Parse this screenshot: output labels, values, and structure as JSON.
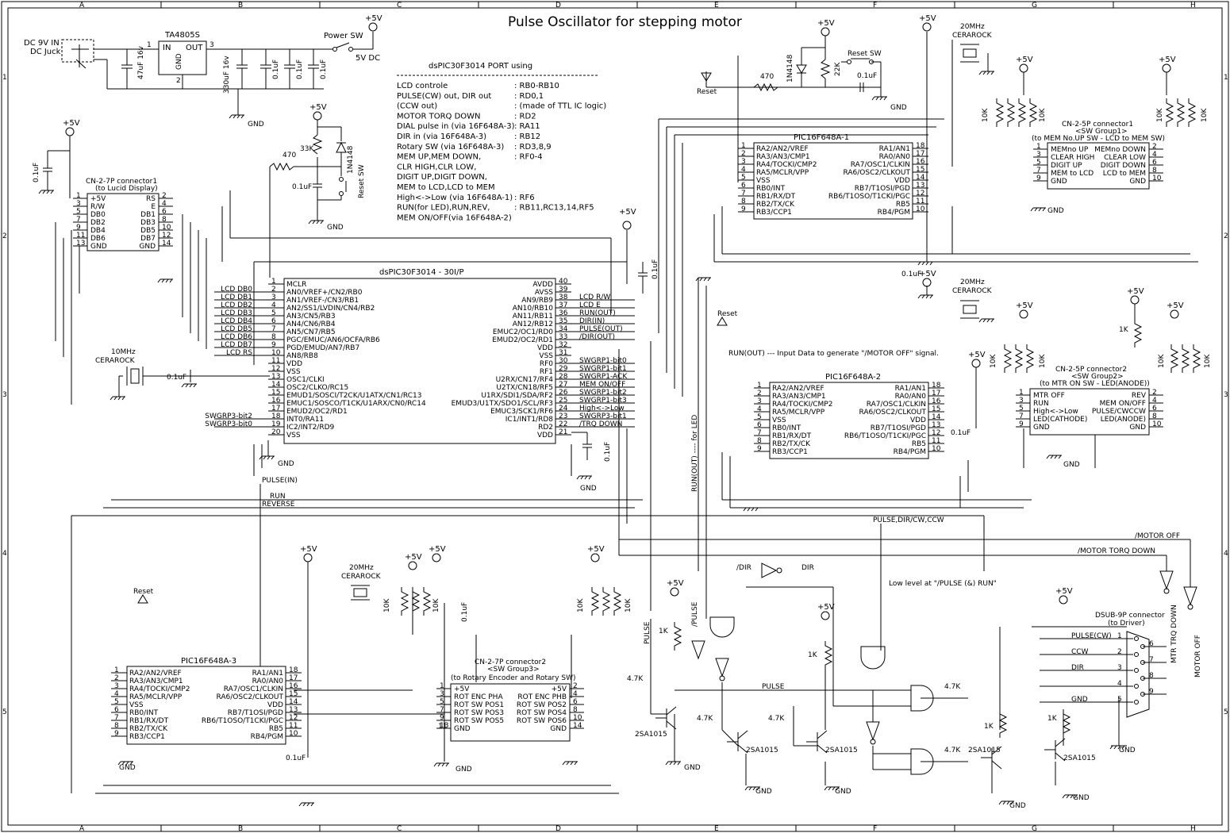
{
  "title": "Pulse Oscillator for stepping motor",
  "border": {
    "columns": [
      "A",
      "B",
      "C",
      "D",
      "E",
      "F",
      "G",
      "H"
    ],
    "rows": [
      "1",
      "2",
      "3",
      "4",
      "5"
    ]
  },
  "power": {
    "dc_in": "DC 9V IN",
    "dc_jack": "DC Juck",
    "regulator": "TA4805S",
    "reg_in": "IN",
    "reg_out": "OUT",
    "reg_gnd": "GND",
    "pin1": "1",
    "pin2": "2",
    "pin3": "3",
    "c_in": "47uF 16v",
    "c_out": "330uF 16v",
    "c_byp": "0.1uF",
    "switch": "Power SW",
    "out": "5V DC",
    "vcc": "+5V",
    "gnd": "GND"
  },
  "port_list": {
    "heading": "dsPIC30F3014 PORT using",
    "rows": [
      [
        "LCD controle",
        ": RB0-RB10"
      ],
      [
        "PULSE(CW) out, DIR out",
        ": RD0,1"
      ],
      [
        "(CCW out)",
        ": (made of TTL IC logic)"
      ],
      [
        "MOTOR TORQ DOWN",
        ": RD2"
      ],
      [
        "DIAL pulse in (via 16F648A-3)",
        ": RA11"
      ],
      [
        "DIR in (via 16F648A-3)",
        ": RB12"
      ],
      [
        "Rotary SW (via 16F648A-3)",
        ": RD3,8,9"
      ],
      [
        "MEM UP,MEM DOWN,",
        ": RF0-4"
      ],
      [
        "  CLR HIGH,CLR LOW,",
        ""
      ],
      [
        "  DIGIT UP,DIGIT DOWN,",
        ""
      ],
      [
        "  MEM to LCD,LCD to MEM",
        ""
      ],
      [
        "High<->Low (via 16F648A-1)",
        ": RF6"
      ],
      [
        "RUN(for LED),RUN,REV,",
        ": RB11,RC13,14,RF5"
      ],
      [
        "  MEM ON/OFF(via 16F648A-2)",
        ""
      ]
    ]
  },
  "reset_circuit": {
    "r1": "33K",
    "r2": "470",
    "diode": "1N4148",
    "cap": "0.1uF",
    "sw": "Reset SW"
  },
  "lcd_conn": {
    "title": "CN-2-7P connector1",
    "subtitle": "(to Lucid Display)",
    "cap": "0.1uF",
    "left": [
      [
        "+5V",
        "1"
      ],
      [
        "R/W",
        "3"
      ],
      [
        "DB0",
        "5"
      ],
      [
        "DB2",
        "7"
      ],
      [
        "DB4",
        "9"
      ],
      [
        "DB6",
        "11"
      ],
      [
        "GND",
        "13"
      ]
    ],
    "right": [
      [
        "RS",
        "2"
      ],
      [
        "E",
        "4"
      ],
      [
        "DB1",
        "6"
      ],
      [
        "DB3",
        "8"
      ],
      [
        "DB5",
        "10"
      ],
      [
        "DB7",
        "12"
      ],
      [
        "GND",
        "14"
      ]
    ]
  },
  "dspic": {
    "title": "dsPIC30F3014 - 30I/P",
    "left": [
      [
        "1",
        "MCLR"
      ],
      [
        "2",
        "AN0/VREF+/CN2/RB0"
      ],
      [
        "3",
        "AN1/VREF-/CN3/RB1"
      ],
      [
        "4",
        "AN2/SS1/LVDIN/CN4/RB2"
      ],
      [
        "5",
        "AN3/CN5/RB3"
      ],
      [
        "6",
        "AN4/CN6/RB4"
      ],
      [
        "7",
        "AN5/CN7/RB5"
      ],
      [
        "8",
        "PGC/EMUC/AN6/OCFA/RB6"
      ],
      [
        "9",
        "PGD/EMUD/AN7/RB7"
      ],
      [
        "10",
        "AN8/RB8"
      ],
      [
        "11",
        "VDD"
      ],
      [
        "12",
        "VSS"
      ],
      [
        "13",
        "OSC1/CLKI"
      ],
      [
        "14",
        "OSC2/CLKO/RC15"
      ],
      [
        "15",
        "EMUD1/SOSCI/T2CK/U1ATX/CN1/RC13"
      ],
      [
        "16",
        "EMUC1/SOSCO/T1CK/U1ARX/CN0/RC14"
      ],
      [
        "17",
        "EMUD2/OC2/RD1"
      ],
      [
        "18",
        "INT0/RA11"
      ],
      [
        "19",
        "IC2/INT2/RD9"
      ],
      [
        "20",
        "VSS"
      ]
    ],
    "right": [
      [
        "40",
        "AVDD"
      ],
      [
        "39",
        "AVSS"
      ],
      [
        "38",
        "AN9/RB9"
      ],
      [
        "37",
        "AN10/RB10"
      ],
      [
        "36",
        "AN11/RB11"
      ],
      [
        "35",
        "AN12/RB12"
      ],
      [
        "34",
        "EMUC2/OC1/RD0"
      ],
      [
        "33",
        "EMUD2/OC2/RD1"
      ],
      [
        "32",
        "VDD"
      ],
      [
        "31",
        "VSS"
      ],
      [
        "30",
        "RF0"
      ],
      [
        "29",
        "RF1"
      ],
      [
        "28",
        "U2RX/CN17/RF4"
      ],
      [
        "27",
        "U2TX/CN18/RF5"
      ],
      [
        "26",
        "U1RX/SDI1/SDA/RF2"
      ],
      [
        "25",
        "EMUD3/U1TX/SDO1/SCL/RF3"
      ],
      [
        "24",
        "EMUC3/SCK1/RF6"
      ],
      [
        "23",
        "IC1/INT1/RD8"
      ],
      [
        "22",
        "RD2"
      ],
      [
        "21",
        "VDD"
      ]
    ],
    "left_nets": [
      "",
      "LCD DB0",
      "LCD DB1",
      "LCD DB2",
      "LCD DB3",
      "LCD DB4",
      "LCD DB5",
      "LCD DB6",
      "LCD DB7",
      "LCD RS",
      "",
      "",
      "",
      "",
      "",
      "",
      "",
      "SWGRP3-bit2",
      "SWGRP3-bit0",
      ""
    ],
    "right_nets": [
      "",
      "",
      "LCD R/W",
      "LCD E",
      "RUN(OUT)",
      "DIR(IN)",
      "PULSE(OUT)",
      "/DIR(OUT)",
      "",
      "",
      "SWGRP1-bit0",
      "SWGRP1-bit1",
      "SWGRP1-ACK",
      "MEM ON/OFF",
      "SWGRP1-bit2",
      "SWGRP1-bit3",
      "High<->Low",
      "SWGRP3-bit1",
      "/TRQ DOWN",
      ""
    ]
  },
  "crystal1": {
    "label": "10MHz",
    "label2": "CERAROCK",
    "cap": "0.1uF"
  },
  "pic1": {
    "title": "PIC16F648A-1",
    "left": [
      [
        "1",
        "RA2/AN2/VREF"
      ],
      [
        "2",
        "RA3/AN3/CMP1"
      ],
      [
        "3",
        "RA4/TOCKI/CMP2"
      ],
      [
        "4",
        "RA5/MCLR/VPP"
      ],
      [
        "5",
        "VSS"
      ],
      [
        "6",
        "RB0/INT"
      ],
      [
        "7",
        "RB1/RX/DT"
      ],
      [
        "8",
        "RB2/TX/CK"
      ],
      [
        "9",
        "RB3/CCP1"
      ]
    ],
    "right": [
      [
        "18",
        "RA1/AN1"
      ],
      [
        "17",
        "RA0/AN0"
      ],
      [
        "16",
        "RA7/OSC1/CLKIN"
      ],
      [
        "15",
        "RA6/OSC2/CLKOUT"
      ],
      [
        "14",
        "VDD"
      ],
      [
        "13",
        "RB7/T1OSI/PGD"
      ],
      [
        "12",
        "RB6/T1OSO/T1CKI/PGC"
      ],
      [
        "11",
        "RB5"
      ],
      [
        "10",
        "RB4/PGM"
      ]
    ]
  },
  "pic2": {
    "title": "PIC16F648A-2",
    "left": [
      [
        "1",
        "RA2/AN2/VREF"
      ],
      [
        "2",
        "RA3/AN3/CMP1"
      ],
      [
        "3",
        "RA4/TOCKI/CMP2"
      ],
      [
        "4",
        "RA5/MCLR/VPP"
      ],
      [
        "5",
        "VSS"
      ],
      [
        "6",
        "RB0/INT"
      ],
      [
        "7",
        "RB1/RX/DT"
      ],
      [
        "8",
        "RB2/TX/CK"
      ],
      [
        "9",
        "RB3/CCP1"
      ]
    ],
    "right": [
      [
        "18",
        "RA1/AN1"
      ],
      [
        "17",
        "RA0/AN0"
      ],
      [
        "16",
        "RA7/OSC1/CLKIN"
      ],
      [
        "15",
        "RA6/OSC2/CLKOUT"
      ],
      [
        "14",
        "VDD"
      ],
      [
        "13",
        "RB7/T1OSI/PGD"
      ],
      [
        "12",
        "RB6/T1OSO/T1CKI/PGC"
      ],
      [
        "11",
        "RB5"
      ],
      [
        "10",
        "RB4/PGM"
      ]
    ]
  },
  "pic3": {
    "title": "PIC16F648A-3",
    "left": [
      [
        "1",
        "RA2/AN2/VREF"
      ],
      [
        "2",
        "RA3/AN3/CMP1"
      ],
      [
        "3",
        "RA4/TOCKI/CMP2"
      ],
      [
        "4",
        "RA5/MCLR/VPP"
      ],
      [
        "5",
        "VSS"
      ],
      [
        "6",
        "RB0/INT"
      ],
      [
        "7",
        "RB1/RX/DT"
      ],
      [
        "8",
        "RB2/TX/CK"
      ],
      [
        "9",
        "RB3/CCP1"
      ]
    ],
    "right": [
      [
        "18",
        "RA1/AN1"
      ],
      [
        "17",
        "RA0/AN0"
      ],
      [
        "16",
        "RA7/OSC1/CLKIN"
      ],
      [
        "15",
        "RA6/OSC2/CLKOUT"
      ],
      [
        "14",
        "VDD"
      ],
      [
        "13",
        "RB7/T1OSI/PGD"
      ],
      [
        "12",
        "RB6/T1OSO/T1CKI/PGC"
      ],
      [
        "11",
        "RB5"
      ],
      [
        "10",
        "RB4/PGM"
      ]
    ]
  },
  "crystal_top": {
    "label": "20MHz",
    "label2": "CERAROCK"
  },
  "pic1_reset": {
    "r": "470",
    "diode": "1N4148",
    "r2": "22K",
    "sw": "Reset SW",
    "cap": "0.1uF",
    "net": "Reset"
  },
  "sw1": {
    "title": "CN-2-5P connector1",
    "subtitle": "<SW Group1>",
    "subtitle2": "(to MEM No.UP SW - LCD to MEM SW)",
    "left": [
      [
        "MEMno UP",
        "1"
      ],
      [
        "CLEAR HIGH",
        "3"
      ],
      [
        "DIGIT UP",
        "5"
      ],
      [
        "MEM to LCD",
        "7"
      ],
      [
        "GND",
        "9"
      ]
    ],
    "right": [
      [
        "MEMno DOWN",
        "2"
      ],
      [
        "CLEAR LOW",
        "4"
      ],
      [
        "DIGIT DOWN",
        "6"
      ],
      [
        "LCD to MEM",
        "8"
      ],
      [
        "GND",
        "10"
      ]
    ]
  },
  "sw2": {
    "title": "CN-2-5P connector2",
    "subtitle": "<SW Group2>",
    "subtitle2": "(to MTR ON SW - LED(ANODE))",
    "left": [
      [
        "MTR OFF",
        "1"
      ],
      [
        "RUN",
        "3"
      ],
      [
        "High<->Low",
        "5"
      ],
      [
        "LED(CATHODE)",
        "7"
      ],
      [
        "GND",
        "9"
      ]
    ],
    "right": [
      [
        "REV",
        "2"
      ],
      [
        "MEM ON/OFF",
        "4"
      ],
      [
        "PULSE/CWCCW",
        "6"
      ],
      [
        "LED(ANODE)",
        "8"
      ],
      [
        "GND",
        "10"
      ]
    ]
  },
  "sw3": {
    "title": "CN-2-7P connector2",
    "subtitle": "<SW Group3>",
    "subtitle2": "(to Rotary Encoder and Rotary SW)",
    "left": [
      [
        "+5V",
        "1"
      ],
      [
        "ROT ENC PHA",
        "3"
      ],
      [
        "ROT SW POS1",
        "5"
      ],
      [
        "ROT SW POS3",
        "7"
      ],
      [
        "ROT SW POS5",
        "9"
      ],
      [
        "GND",
        "13"
      ]
    ],
    "right": [
      [
        "+5V",
        "2"
      ],
      [
        "ROT ENC PHB",
        "4"
      ],
      [
        "ROT SW POS2",
        "6"
      ],
      [
        "ROT SW POS4",
        "8"
      ],
      [
        "ROT SW POS6",
        "10"
      ],
      [
        "GND",
        "14"
      ]
    ],
    "pin11": "11"
  },
  "dsub": {
    "title": "DSUB-9P connector",
    "subtitle": "(to Driver)",
    "pins": [
      [
        "PULSE(CW)",
        "1"
      ],
      [
        "CCW",
        "2"
      ],
      [
        "DIR",
        "3"
      ],
      [
        "",
        "4"
      ],
      [
        "GND",
        "5"
      ]
    ],
    "right": [
      "6",
      "7",
      "8",
      "9"
    ],
    "r_labels": [
      "MTR TRQ DOWN",
      "MOTOR OFF"
    ]
  },
  "nets": {
    "run_note": "RUN(OUT) --- Input Data to generate \"/MOTOR OFF\" signal.",
    "run_led": "RUN(OUT) ---- for LED",
    "pulse_dir": "PULSE,DIR/CW,CCW",
    "motor_off": "/MOTOR OFF",
    "motor_trq": "/MOTOR TORQ DOWN",
    "low_note": "Low level at \"/PULSE (&) RUN\"",
    "pulse_in": "PULSE(IN)",
    "run": "RUN",
    "reverse": "REVERSE",
    "ndir": "/DIR",
    "dir": "DIR",
    "pulse": "PULSE",
    "npulse": "/PULSE",
    "reset": "Reset",
    "r1k": "1K",
    "r10k": "10K",
    "r47k": "4.7K",
    "tr": "2SA1015",
    "gnd": "GND",
    "vcc": "+5V",
    "cap": "0.1uF"
  }
}
